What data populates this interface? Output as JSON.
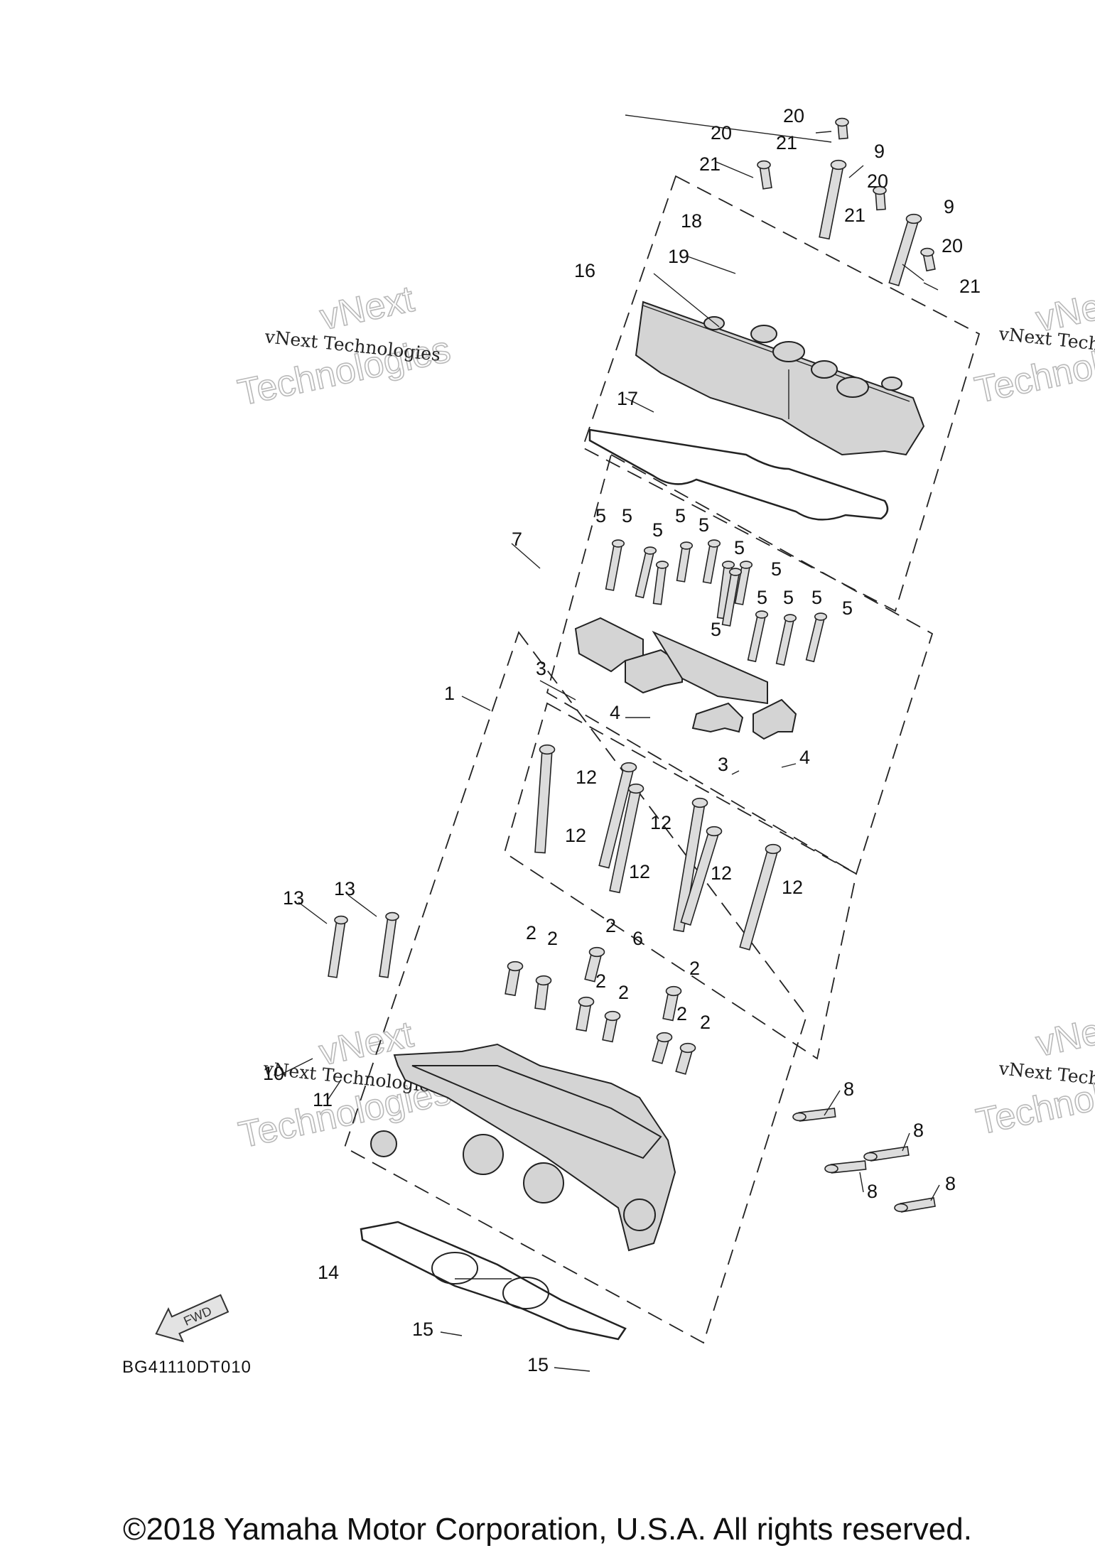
{
  "diagram": {
    "code": "BG41110DT010",
    "fwd_label": "FWD",
    "copyright": "©2018 Yamaha Motor Corporation, U.S.A. All rights reserved.",
    "watermarks": [
      {
        "big": "vNext",
        "big2": "Technologies",
        "small": "vNext Technologies"
      }
    ],
    "callouts": [
      {
        "id": "c1",
        "text": "1"
      },
      {
        "id": "c2a",
        "text": "2"
      },
      {
        "id": "c2b",
        "text": "2"
      },
      {
        "id": "c2c",
        "text": "2"
      },
      {
        "id": "c2d",
        "text": "2"
      },
      {
        "id": "c2e",
        "text": "2"
      },
      {
        "id": "c2f",
        "text": "2"
      },
      {
        "id": "c2g",
        "text": "2"
      },
      {
        "id": "c2h",
        "text": "2"
      },
      {
        "id": "c3a",
        "text": "3"
      },
      {
        "id": "c3b",
        "text": "3"
      },
      {
        "id": "c4a",
        "text": "4"
      },
      {
        "id": "c4b",
        "text": "4"
      },
      {
        "id": "c5a",
        "text": "5"
      },
      {
        "id": "c5b",
        "text": "5"
      },
      {
        "id": "c5c",
        "text": "5"
      },
      {
        "id": "c5d",
        "text": "5"
      },
      {
        "id": "c5e",
        "text": "5"
      },
      {
        "id": "c5f",
        "text": "5"
      },
      {
        "id": "c5g",
        "text": "5"
      },
      {
        "id": "c5h",
        "text": "5"
      },
      {
        "id": "c5i",
        "text": "5"
      },
      {
        "id": "c5j",
        "text": "5"
      },
      {
        "id": "c5k",
        "text": "5"
      },
      {
        "id": "c5l",
        "text": "5"
      },
      {
        "id": "c6",
        "text": "6"
      },
      {
        "id": "c7",
        "text": "7"
      },
      {
        "id": "c8a",
        "text": "8"
      },
      {
        "id": "c8b",
        "text": "8"
      },
      {
        "id": "c8c",
        "text": "8"
      },
      {
        "id": "c8d",
        "text": "8"
      },
      {
        "id": "c9a",
        "text": "9"
      },
      {
        "id": "c9b",
        "text": "9"
      },
      {
        "id": "c10",
        "text": "10"
      },
      {
        "id": "c11",
        "text": "11"
      },
      {
        "id": "c12a",
        "text": "12"
      },
      {
        "id": "c12b",
        "text": "12"
      },
      {
        "id": "c12c",
        "text": "12"
      },
      {
        "id": "c12d",
        "text": "12"
      },
      {
        "id": "c12e",
        "text": "12"
      },
      {
        "id": "c12f",
        "text": "12"
      },
      {
        "id": "c13a",
        "text": "13"
      },
      {
        "id": "c13b",
        "text": "13"
      },
      {
        "id": "c14",
        "text": "14"
      },
      {
        "id": "c15a",
        "text": "15"
      },
      {
        "id": "c15b",
        "text": "15"
      },
      {
        "id": "c16",
        "text": "16"
      },
      {
        "id": "c17",
        "text": "17"
      },
      {
        "id": "c18",
        "text": "18"
      },
      {
        "id": "c19",
        "text": "19"
      },
      {
        "id": "c20a",
        "text": "20"
      },
      {
        "id": "c20b",
        "text": "20"
      },
      {
        "id": "c20c",
        "text": "20"
      },
      {
        "id": "c20d",
        "text": "20"
      },
      {
        "id": "c21a",
        "text": "21"
      },
      {
        "id": "c21b",
        "text": "21"
      },
      {
        "id": "c21c",
        "text": "21"
      },
      {
        "id": "c21d",
        "text": "21"
      }
    ]
  }
}
